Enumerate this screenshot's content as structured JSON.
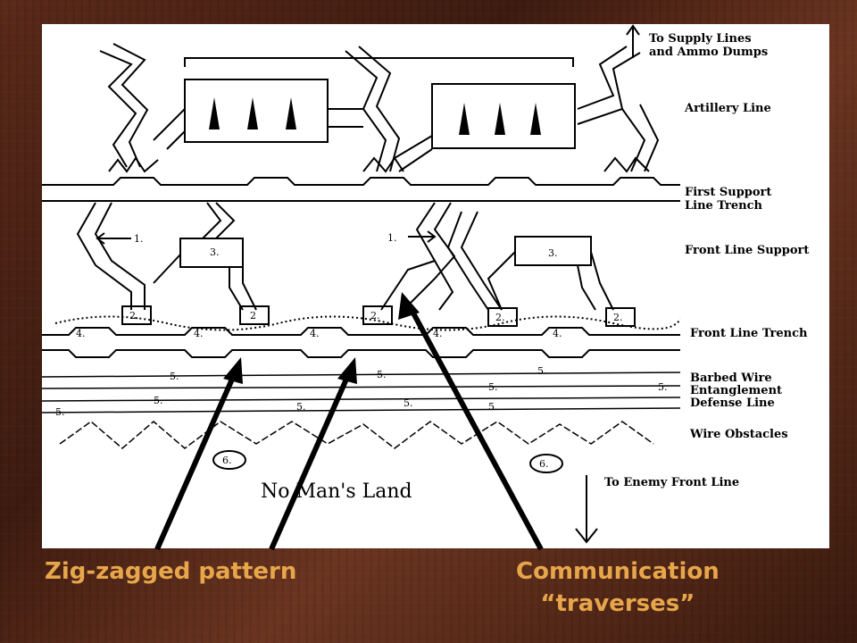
{
  "labels": {
    "supply": [
      "To Supply Lines",
      "and Ammo Dumps"
    ],
    "artillery": "Artillery Line",
    "first_support": [
      "First Support",
      "Line Trench"
    ],
    "front_support": "Front Line Support",
    "front_trench": "Front Line Trench",
    "barbed": [
      "Barbed Wire",
      "Entanglement",
      "Defense Line"
    ],
    "obstacles": "Wire Obstacles",
    "no_mans_land": "No Man's Land",
    "enemy": "To Enemy Front Line"
  },
  "markers": {
    "one": "1.",
    "two": "2.",
    "two_plain": "2",
    "three": "3.",
    "four": "4.",
    "five": "5.",
    "six": "6."
  },
  "captions": {
    "zigzag": "Zig-zagged pattern",
    "communication": [
      "Communication",
      "“traverses”"
    ]
  },
  "colors": {
    "caption": "#e8a64b",
    "ink": "#000000",
    "panel": "#ffffff"
  }
}
